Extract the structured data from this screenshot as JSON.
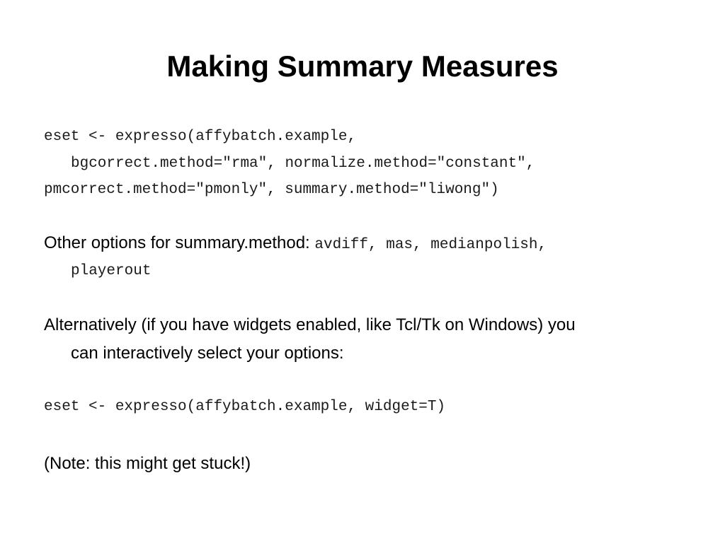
{
  "slide": {
    "title": "Making Summary Measures",
    "code1": {
      "line1": "eset <- expresso(affybatch.example,",
      "line2": "bgcorrect.method=\"rma\", normalize.method=\"constant\",",
      "line3": "pmcorrect.method=\"pmonly\", summary.method=\"liwong\")"
    },
    "options": {
      "label": "Other options for summary.method: ",
      "opt1": "avdiff",
      "sep1": ", ",
      "opt2": "mas",
      "sep2": ", ",
      "opt3": "medianpolish",
      "sep3": ",",
      "opt4": "playerout"
    },
    "alternative": {
      "line1": "Alternatively (if you have widgets enabled, like Tcl/Tk on Windows) you",
      "line2": "can interactively select your options:"
    },
    "code2": "eset <- expresso(affybatch.example, widget=T)",
    "note": "(Note: this might get stuck!)"
  }
}
